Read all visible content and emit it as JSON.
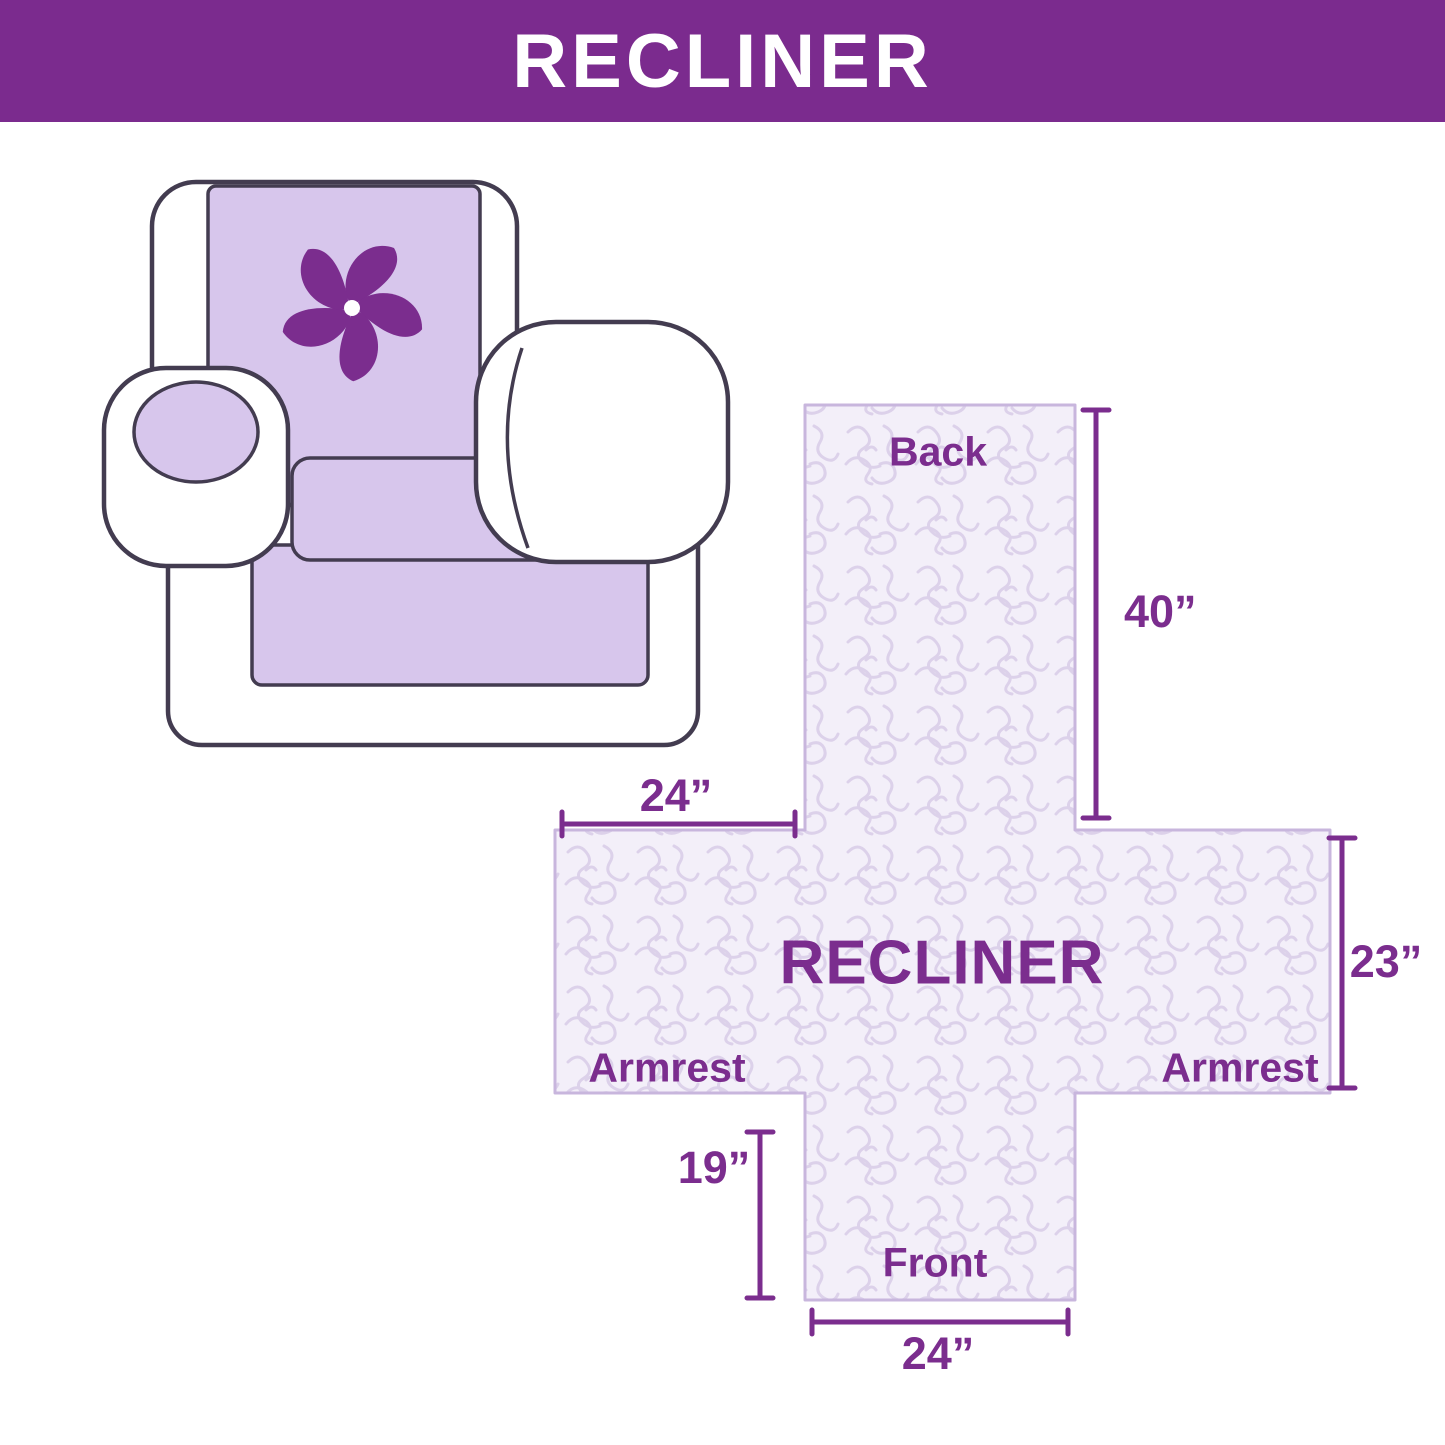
{
  "header": {
    "title": "RECLINER"
  },
  "diagram": {
    "center_label": "RECLINER",
    "back_label": "Back",
    "front_label": "Front",
    "armrest_left_label": "Armrest",
    "armrest_right_label": "Armrest",
    "dimensions": {
      "back_height": "40”",
      "top_width": "24”",
      "side_height": "23”",
      "front_height": "19”",
      "bottom_width": "24”"
    }
  },
  "icons": {
    "pinwheel": "pinwheel-flower-logo"
  },
  "colors": {
    "header_bg": "#7b2b8e",
    "accent": "#7b2d8e",
    "cover": "#d7c6ec",
    "cross_fill": "#f3eff9"
  }
}
